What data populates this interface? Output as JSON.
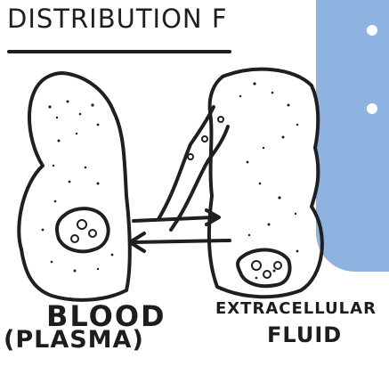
{
  "title": "DISTRIBUTION  F",
  "labels": {
    "left_main": "BLOOD",
    "left_sub": "(PLASMA)",
    "right_main": "EXTRACELLULAR",
    "right_sub": "FLUID"
  },
  "colors": {
    "ink": "#1f1f1f",
    "blue_panel": "#8eb3e0",
    "paper": "#ffffff"
  }
}
